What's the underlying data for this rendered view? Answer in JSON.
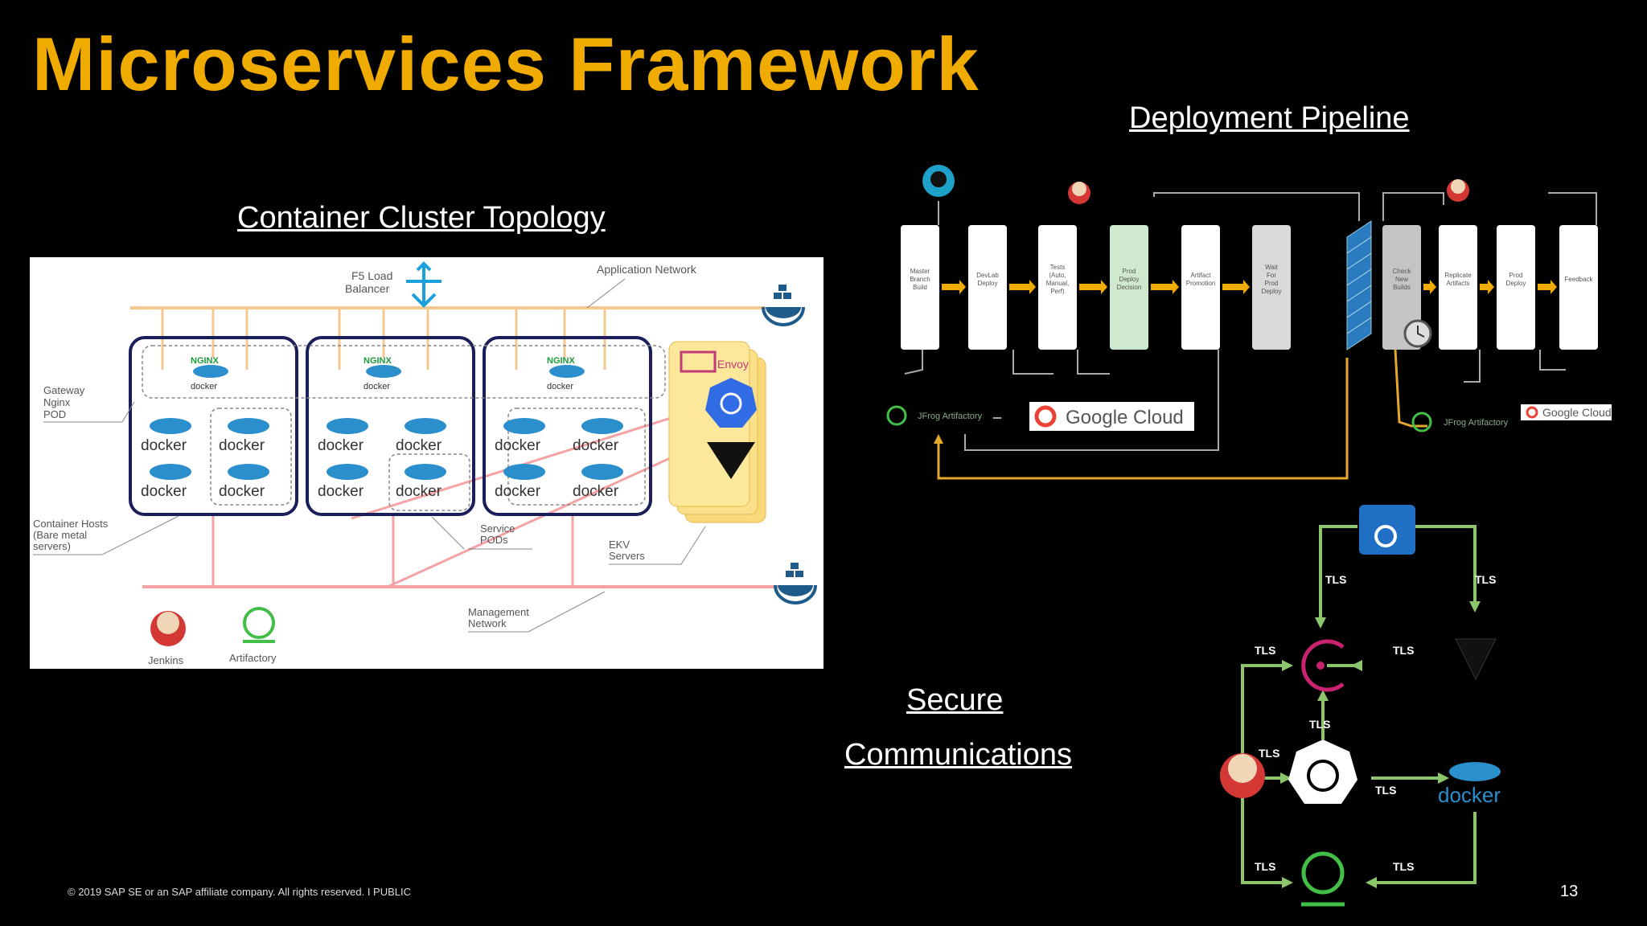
{
  "slide": {
    "title": "Microservices Framework",
    "footer": "© 2019 SAP SE or an SAP affiliate company. All rights reserved.   I   PUBLIC",
    "page_number": "13",
    "accent_color": "#f0ab00"
  },
  "topology": {
    "heading": "Container Cluster Topology",
    "lb_label_1": "F5 Load",
    "lb_label_2": "Balancer",
    "app_network": "Application Network",
    "gateway_1": "Gateway",
    "gateway_2": "Nginx",
    "gateway_3": "POD",
    "hosts_1": "Container Hosts",
    "hosts_2": "(Bare metal",
    "hosts_3": "servers)",
    "service_1": "Service",
    "service_2": "PODs",
    "ekv_1": "EKV",
    "ekv_2": "Servers",
    "mgmt_1": "Management",
    "mgmt_2": "Network",
    "jenkins": "Jenkins",
    "artifactory": "Artifactory",
    "nginx": "NGINX",
    "docker": "docker",
    "envoy": "Envoy"
  },
  "pipeline": {
    "heading": "Deployment Pipeline",
    "stages": [
      "Master Branch Build",
      "DevLab Deploy",
      "Tests (Auto, Manual, Perf)",
      "Prod Deploy Decision",
      "Artifact Promotion",
      "Wait For Prod Deploy",
      "Check New Builds",
      "Replicate Artifacts",
      "Prod Deploy",
      "Feedback"
    ],
    "jfrog_1": "JFrog Artifactory",
    "google_1": "Google Cloud",
    "jfrog_2": "JFrog Artifactory",
    "google_2": "Google Cloud"
  },
  "secure": {
    "heading_1": "Secure ",
    "heading_2": "Communications",
    "tls": "TLS",
    "docker": "docker"
  }
}
